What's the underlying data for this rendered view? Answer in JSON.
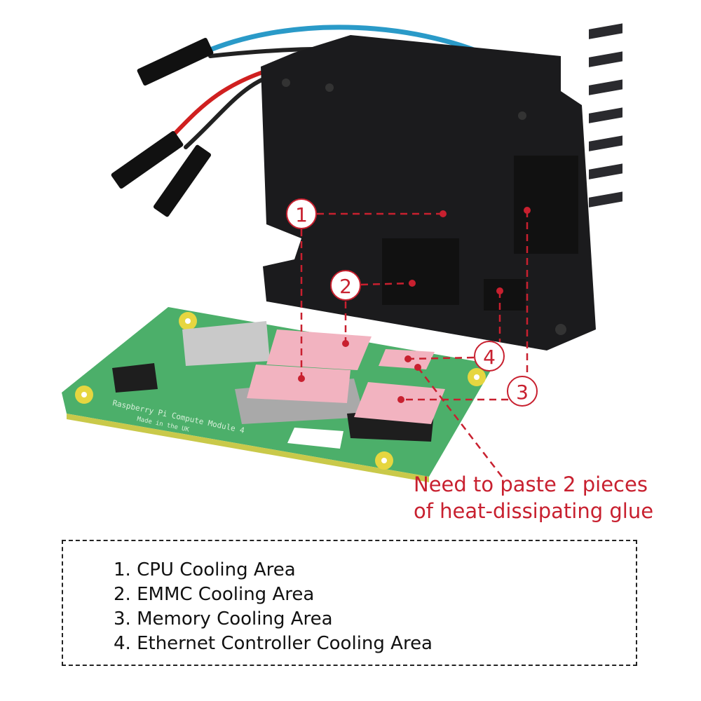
{
  "callouts": [
    "1",
    "2",
    "3",
    "4"
  ],
  "board_text": {
    "silkscreen": "Raspberry Pi Compute Module 4",
    "made_in": "Made in the UK"
  },
  "note": {
    "line1": "Need to paste 2 pieces",
    "line2": "of heat-dissipating glue"
  },
  "legend": {
    "items": [
      {
        "number": "1.",
        "label": "CPU Cooling Area"
      },
      {
        "number": "2.",
        "label": "EMMC Cooling Area"
      },
      {
        "number": "3.",
        "label": "Memory Cooling Area"
      },
      {
        "number": "4.",
        "label": "Ethernet Controller Cooling Area"
      }
    ]
  },
  "colors": {
    "accent": "#c8202f",
    "pad": "#f2b3c0",
    "pcb": "#4caf6a",
    "heatsink": "#1a1a1c"
  }
}
